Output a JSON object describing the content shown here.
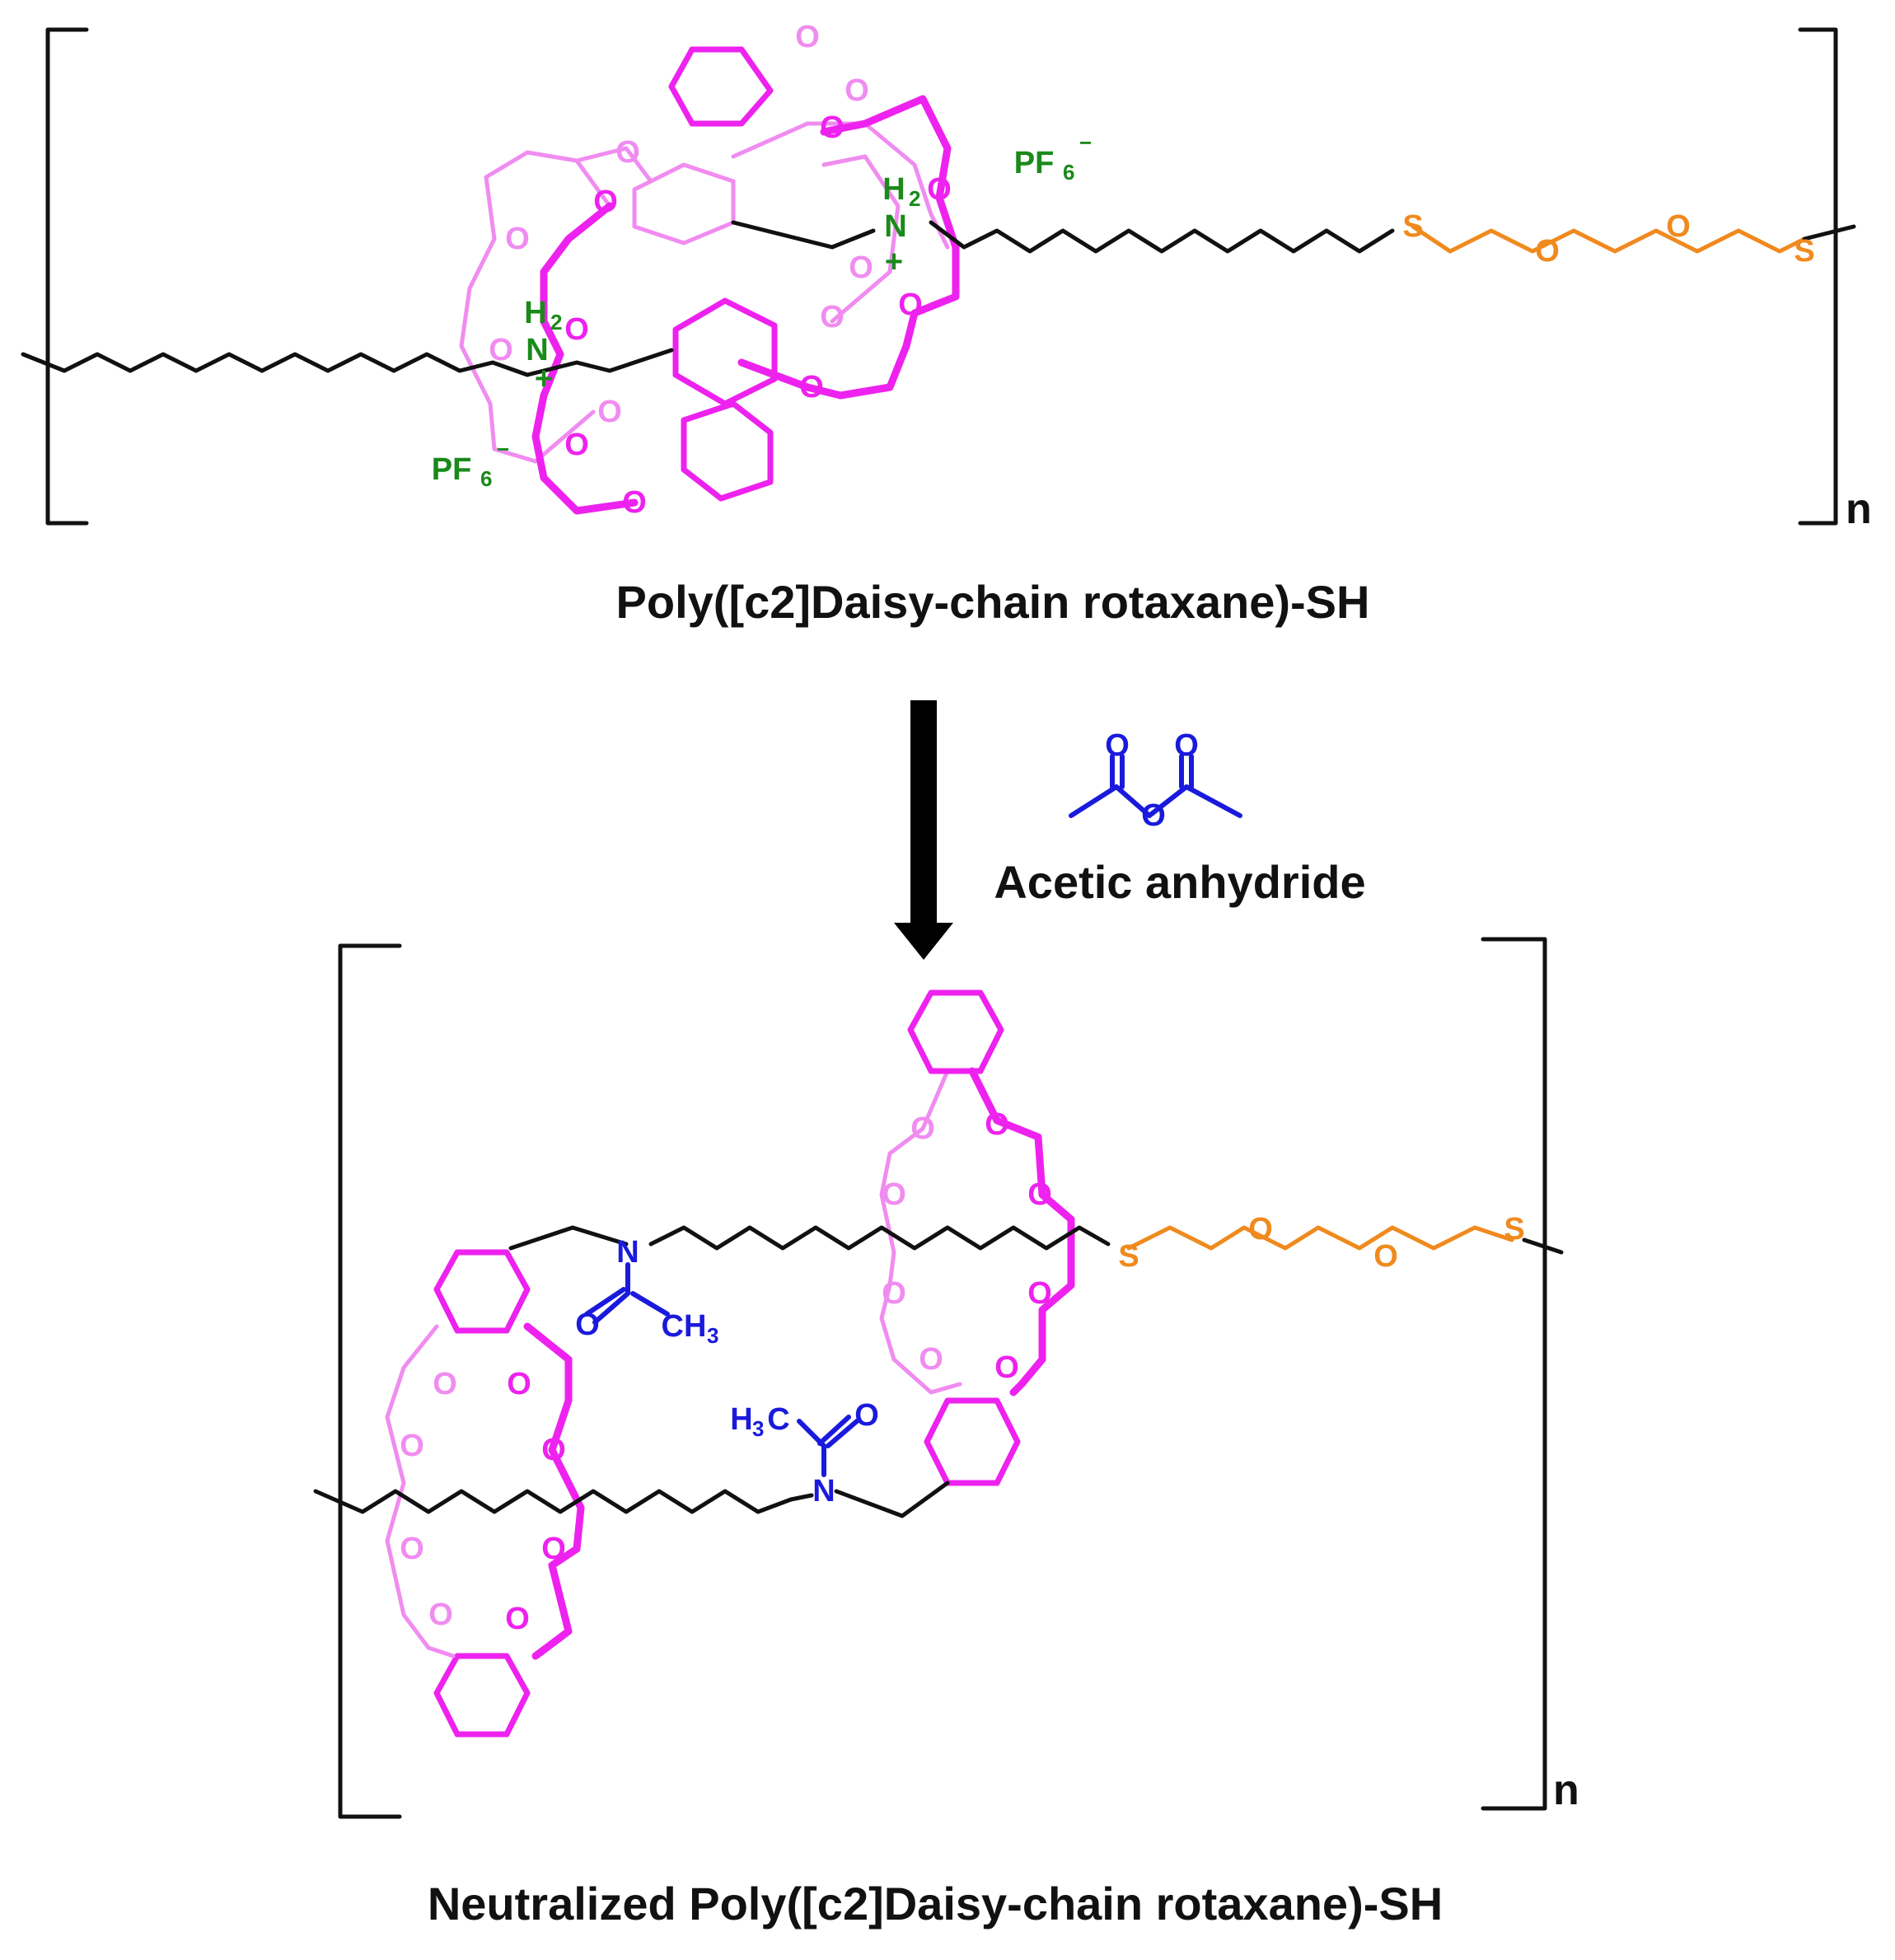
{
  "colors": {
    "backbone": "#111111",
    "crown_front": "#ee22ee",
    "crown_back": "#f08cf0",
    "ammonium": "#1a8a1a",
    "thioether": "#f08a1e",
    "acetyl": "#1a1adc"
  },
  "top": {
    "caption": "Poly([c2]Daisy-chain rotaxane)-SH",
    "repeat": "n",
    "counterion_main": "PF",
    "counterion_sub": "6",
    "counterion_charge": "−",
    "ammonium_h": "H",
    "ammonium_h_sub": "2",
    "ammonium_n": "N",
    "ammonium_charge": "+"
  },
  "reaction": {
    "reagent": "Acetic anhydride"
  },
  "bottom": {
    "caption": "Neutralized Poly([c2]Daisy-chain rotaxane)-SH",
    "repeat": "n",
    "amide_n": "N",
    "methyl_main": "CH",
    "methyl_sub": "3",
    "methyl_left_main": "H",
    "methyl_left_sub": "3",
    "methyl_left_c": "C"
  },
  "atoms": {
    "O": "O",
    "S": "S",
    "N": "N"
  }
}
